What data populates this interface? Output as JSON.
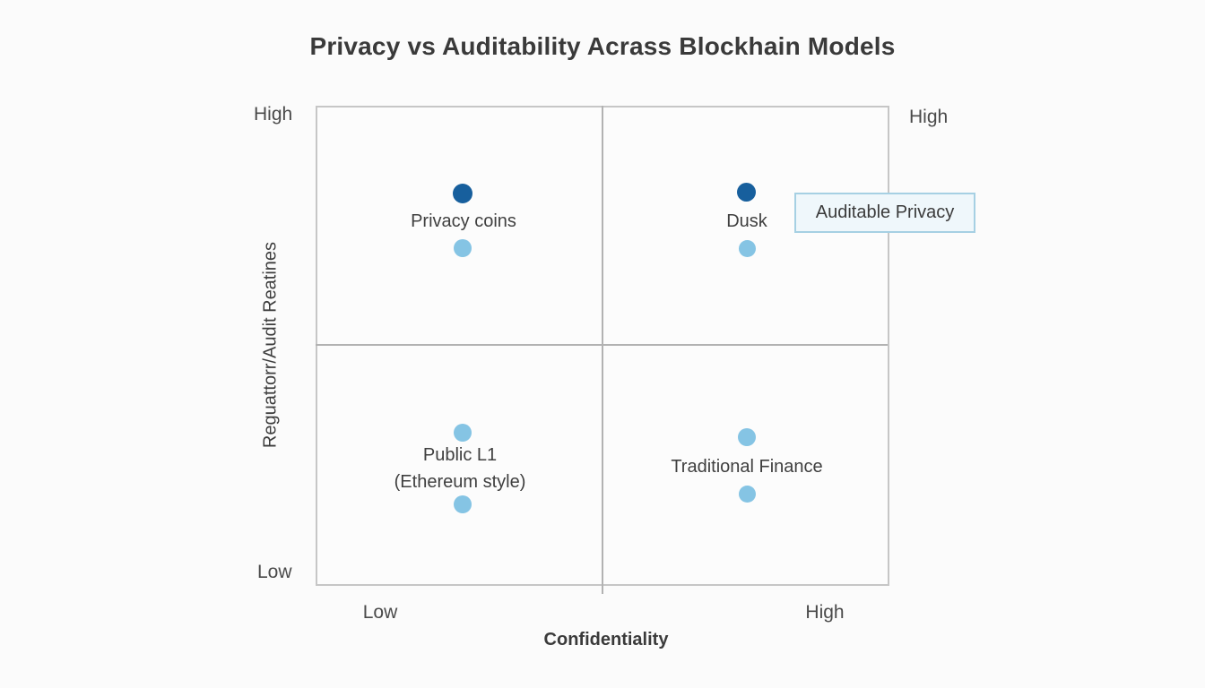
{
  "title": "Privacy vs Auditability Acrass Blockhain Models",
  "axes": {
    "y_label": "Reguattorr/Audit Reatines",
    "x_label": "Confidentiality",
    "y_tick_high": "High",
    "y_tick_low": "Low",
    "x_tick_low": "Low",
    "x_tick_high": "High",
    "right_tick_high": "High"
  },
  "entities": {
    "privacy_coins": {
      "label": "Privacy coins"
    },
    "dusk": {
      "label": "Dusk"
    },
    "public_l1": {
      "label_line1": "Public L1",
      "label_line2": "(Ethereum style)"
    },
    "traditional_finance": {
      "label": "Traditional Finance"
    }
  },
  "annotation": {
    "label": "Auditable Privacy"
  },
  "colors": {
    "dark_dot": "#175f9d",
    "light_dot": "#85c4e4",
    "grid_line": "#b2b2b2",
    "plot_border": "#c6c6c6",
    "annotation_border": "#a6d0e3",
    "annotation_fill": "#eff7fb",
    "text": "#3d3d3d",
    "background": "#fbfbfb"
  },
  "chart_data": {
    "type": "scatter",
    "subtype": "quadrant-matrix-2x2",
    "title": "Privacy vs Auditability Acrass Blockhain Models",
    "xlabel": "Confidentiality",
    "ylabel": "Reguattorr/Audit Reatines",
    "x_ticks": [
      "Low",
      "High"
    ],
    "y_ticks": [
      "Low",
      "High"
    ],
    "xlim": [
      0,
      1
    ],
    "ylim": [
      0,
      1
    ],
    "grid": "center crosshair dividing four quadrants",
    "legend": "none",
    "points": [
      {
        "label": "Privacy coins",
        "x": 0.26,
        "y": 0.82,
        "quadrant": "top-left",
        "markers": [
          {
            "x": 0.26,
            "y": 0.82,
            "color": "#175f9d"
          },
          {
            "x": 0.26,
            "y": 0.7,
            "color": "#85c4e4"
          }
        ]
      },
      {
        "label": "Dusk",
        "x": 0.75,
        "y": 0.82,
        "quadrant": "top-right",
        "markers": [
          {
            "x": 0.75,
            "y": 0.82,
            "color": "#175f9d"
          },
          {
            "x": 0.75,
            "y": 0.7,
            "color": "#85c4e4"
          }
        ]
      },
      {
        "label": "Public L1 (Ethereum style)",
        "x": 0.26,
        "y": 0.32,
        "quadrant": "bottom-left",
        "markers": [
          {
            "x": 0.26,
            "y": 0.32,
            "color": "#85c4e4"
          },
          {
            "x": 0.26,
            "y": 0.17,
            "color": "#85c4e4"
          }
        ]
      },
      {
        "label": "Traditional Finance",
        "x": 0.75,
        "y": 0.31,
        "quadrant": "bottom-right",
        "markers": [
          {
            "x": 0.75,
            "y": 0.31,
            "color": "#85c4e4"
          },
          {
            "x": 0.75,
            "y": 0.19,
            "color": "#85c4e4"
          }
        ]
      }
    ],
    "annotations": [
      {
        "text": "Auditable Privacy",
        "near_point": "Dusk",
        "style": "light-blue outlined box",
        "x": 0.92,
        "y": 0.81
      }
    ]
  }
}
